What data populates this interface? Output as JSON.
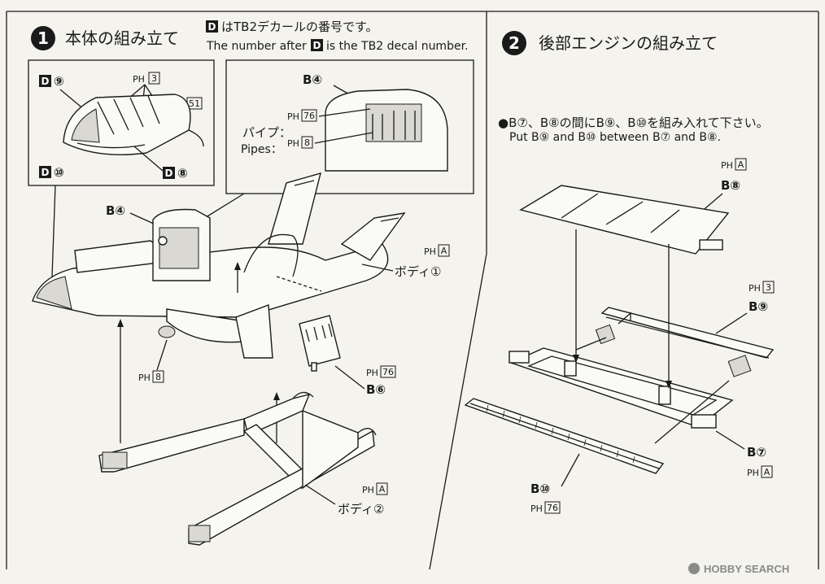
{
  "step1": {
    "number": "1",
    "title": "本体の組み立て",
    "decal_note_jp": "はTB2デカールの番号です。",
    "decal_note_en_before": "The number after",
    "decal_note_en_after": "is the TB2 decal number.",
    "decal_letter": "D"
  },
  "step2": {
    "number": "2",
    "title": "後部エンジンの組み立て",
    "instruction_jp": "●B⑦、B⑧の間にB⑨、B⑩を組み入れて下さい。",
    "instruction_en": "Put B⑨ and B⑩ between B⑦ and B⑧."
  },
  "inset1": {
    "d9": "⑨",
    "d10": "⑩",
    "d8": "⑧",
    "ph3_prefix": "PH",
    "ph3_val": "3",
    "ph51_prefix": "PH",
    "ph51_val": "51"
  },
  "inset2": {
    "b4": "B④",
    "ph76_prefix": "PH",
    "ph76_val": "76",
    "pipes_jp": "パイプ：",
    "pipes_en": "Pipes：",
    "ph8_prefix": "PH",
    "ph8_val": "8"
  },
  "main1": {
    "b4": "B④",
    "phA_prefix": "PH",
    "phA_val": "A",
    "body1": "ボディ①",
    "ph8_prefix": "PH",
    "ph8_val": "8",
    "ph76_prefix": "PH",
    "ph76_val": "76",
    "b6": "B⑥",
    "phA2_prefix": "PH",
    "phA2_val": "A",
    "body2": "ボディ②"
  },
  "main2": {
    "b8_ph_prefix": "PH",
    "b8_ph_val": "A",
    "b8": "B⑧",
    "b9_ph_prefix": "PH",
    "b9_ph_val": "3",
    "b9": "B⑨",
    "b7": "B⑦",
    "b7_ph_prefix": "PH",
    "b7_ph_val": "A",
    "b10": "B⑩",
    "b10_ph_prefix": "PH",
    "b10_ph_val": "76"
  },
  "watermark": "HOBBY SEARCH",
  "colors": {
    "ink": "#1a1a1a",
    "paper": "#f4f3ee"
  }
}
